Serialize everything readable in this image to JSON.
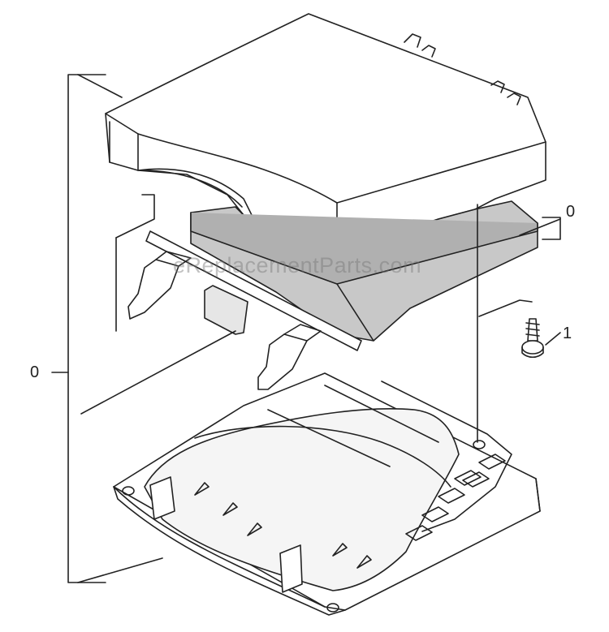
{
  "callouts": {
    "assembly_left": "0",
    "assembly_right": "0",
    "screw": "1"
  },
  "watermark": "eReplacementParts.com",
  "colors": {
    "line": "#222222",
    "filter_gray": "#c8c8c8",
    "white": "#ffffff"
  }
}
